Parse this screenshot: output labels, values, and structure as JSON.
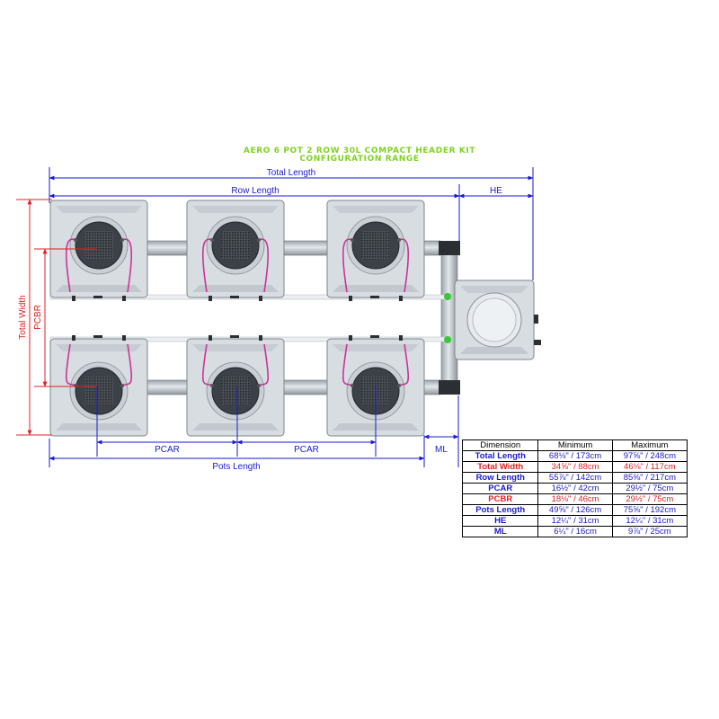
{
  "title": {
    "line1": "AERO 6 POT 2 ROW 30L COMPACT HEADER KIT",
    "line2": "CONFIGURATION RANGE"
  },
  "labels": {
    "total_length": "Total Length",
    "row_length": "Row Length",
    "he": "HE",
    "total_width": "Total Width",
    "pcbr": "PCBR",
    "pcar_1": "PCAR",
    "pcar_2": "PCAR",
    "pots_length": "Pots Length",
    "ml": "ML"
  },
  "colors": {
    "blue": "#1a1ad0",
    "red": "#e02020",
    "title_green": "#7ed321",
    "pot_body": "#d8dde2",
    "pipe": "#b8bfc6",
    "hose": "#cc3399"
  },
  "table": {
    "headers": [
      "Dimension",
      "Minimum",
      "Maximum"
    ],
    "rows": [
      {
        "name": "Total Length",
        "min": "68⅛\" / 173cm",
        "max": "97⅝\" / 248cm",
        "color": "blue"
      },
      {
        "name": "Total Width",
        "min": "34⅝\" / 88cm",
        "max": "46⅛\" / 117cm",
        "color": "red"
      },
      {
        "name": "Row Length",
        "min": "55⅞\" / 142cm",
        "max": "85⅜\" / 217cm",
        "color": "blue"
      },
      {
        "name": "PCAR",
        "min": "16½\" / 42cm",
        "max": "29½\" / 75cm",
        "color": "blue"
      },
      {
        "name": "PCBR",
        "min": "18⅛\" / 46cm",
        "max": "29½\" / 75cm",
        "color": "red"
      },
      {
        "name": "Pots Length",
        "min": "49⅝\" / 126cm",
        "max": "75⅝\" / 192cm",
        "color": "blue"
      },
      {
        "name": "HE",
        "min": "12¼\" / 31cm",
        "max": "12¼\" / 31cm",
        "color": "blue"
      },
      {
        "name": "ML",
        "min": "6¼\" / 16cm",
        "max": "9⅞\" / 25cm",
        "color": "blue"
      }
    ]
  }
}
